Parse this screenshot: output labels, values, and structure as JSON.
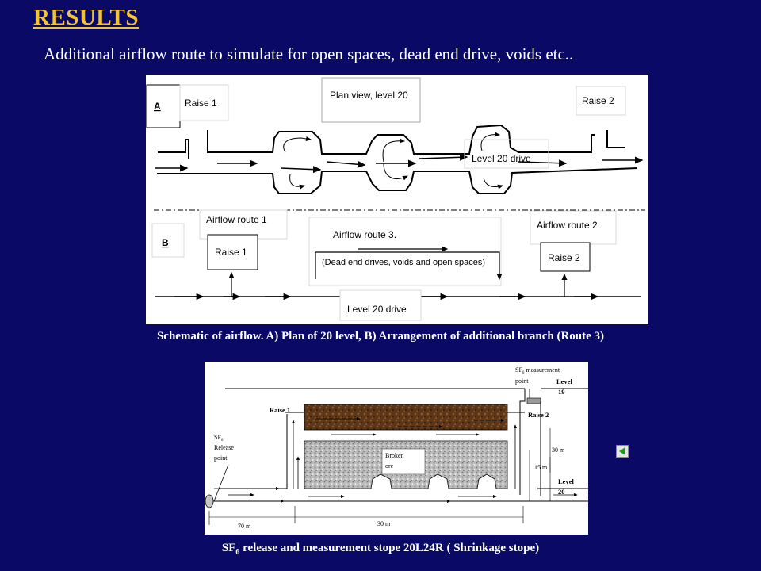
{
  "slide": {
    "title": "RESULTS",
    "subtitle": "Additional airflow route to simulate for open spaces, dead end drive, voids etc.."
  },
  "figure_a": {
    "label_a": "A",
    "label_b": "B",
    "raise1_top": "Raise 1",
    "raise2_top": "Raise 2",
    "plan_view": "Plan view,     level 20",
    "level20_drive_top": "Level 20 drive",
    "airflow_route1": "Airflow route 1",
    "airflow_route2": "Airflow route 2",
    "airflow_route3": "Airflow route 3.",
    "dead_end_note": "(Dead end drives, voids and open spaces)",
    "raise1_bottom": "Raise 1",
    "raise2_bottom": "Raise 2",
    "level20_drive_bottom": "Level 20 drive",
    "caption": "Schematic of airflow. A) Plan of 20 level, B) Arrangement of additional branch (Route 3)"
  },
  "figure_b": {
    "sf6_measurement_1": "SF",
    "sf6_measurement_sub": "6",
    "sf6_measurement_2": " measurement",
    "sf6_measurement_3": "point",
    "level19_1": "Level",
    "level19_2": "19",
    "raise1": "Raise 1",
    "raise2": "Raise 2",
    "sf6_release_1": "SF",
    "sf6_release_sub": "6",
    "sf6_release_2": "Release",
    "sf6_release_3": "point.",
    "broken_1": "Broken",
    "broken_2": "ore",
    "dim_30m_vertical": "30 m",
    "dim_15m": "15 m",
    "level20_1": "Level",
    "level20_2": "20",
    "dim_70m": "70 m",
    "dim_30m_horizontal": "30 m",
    "caption_prefix": "SF",
    "caption_sub": "6",
    "caption_rest": " release and measurement stope 20L24R ( Shrinkage stope)"
  },
  "nav": {
    "icon": "back-arrow-icon"
  },
  "colors": {
    "background": "#0a0a66",
    "title": "#f2c33a",
    "text": "#ffffff",
    "nav_arrow": "#14a014"
  }
}
